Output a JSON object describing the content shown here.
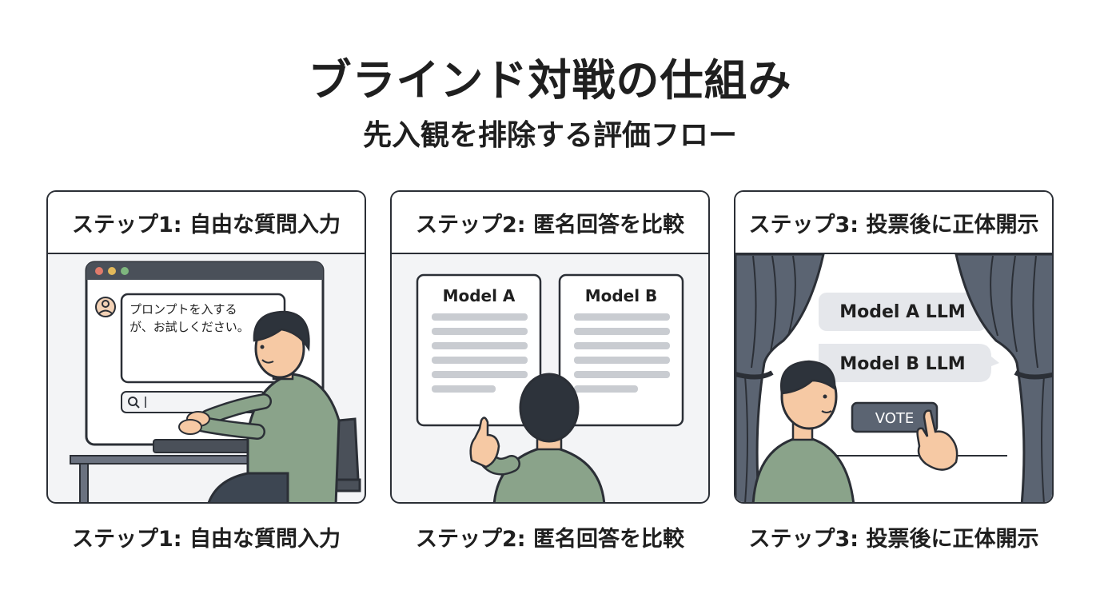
{
  "title": "ブラインド対戦の仕組み",
  "subtitle": "先入観を排除する評価フロー",
  "steps": [
    {
      "header": "ステップ1: 自由な質問入力",
      "caption": "ステップ1: 自由な質問入力",
      "prompt_line1": "プロンプトを入する",
      "prompt_line2": "が、お試しください。",
      "search_placeholder": "Q |"
    },
    {
      "header": "ステップ2: 匿名回答を比較",
      "caption": "ステップ2: 匿名回答を比較",
      "card_a": "Model A",
      "card_b": "Model B"
    },
    {
      "header": "ステップ3: 投票後に正体開示",
      "caption": "ステップ3: 投票後に正体開示",
      "reveal_a": "Model A LLM",
      "reveal_b": "Model B LLM",
      "vote_label": "VOTE"
    }
  ],
  "colors": {
    "outline": "#2b2f36",
    "shirt": "#8aa38a",
    "skin": "#f6c9a4",
    "hair": "#2d333b",
    "curtain": "#5b6472",
    "text_line": "#c9ccd1",
    "window_bar": "#4a5059"
  }
}
